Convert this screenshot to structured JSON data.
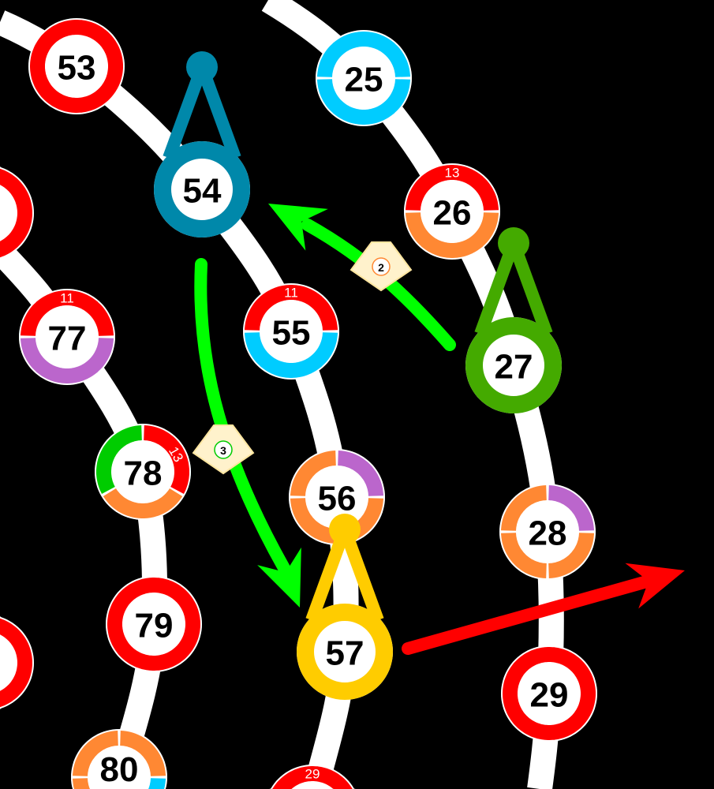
{
  "board": {
    "colors": {
      "track": "#ffffff",
      "background": "#000000",
      "red": "#ff0000",
      "cyan": "#00ccff",
      "orange": "#ff8833",
      "purple": "#bb66cc",
      "green": "#00cc00",
      "arrow_green": "#00ff00",
      "arrow_red": "#ff0000",
      "badge": "#fff2cc"
    },
    "spaces": [
      {
        "number": "53",
        "segments": [
          "red"
        ]
      },
      {
        "number": "25",
        "segments": [
          "cyan",
          "cyan"
        ]
      },
      {
        "number": "54",
        "segments": [
          "green"
        ]
      },
      {
        "number": "26",
        "segments": [
          "red",
          "orange"
        ],
        "label": "13"
      },
      {
        "number": "55",
        "segments": [
          "red",
          "cyan"
        ],
        "label": "11"
      },
      {
        "number": "77",
        "segments": [
          "red",
          "purple"
        ],
        "label": "11"
      },
      {
        "number": "27",
        "segments": [
          "green"
        ]
      },
      {
        "number": "78",
        "segments": [
          "green",
          "red",
          "orange"
        ],
        "label": "13"
      },
      {
        "number": "56",
        "segments": [
          "orange",
          "purple",
          "orange",
          "orange"
        ]
      },
      {
        "number": "28",
        "segments": [
          "orange",
          "purple",
          "orange",
          "orange"
        ]
      },
      {
        "number": "79",
        "segments": [
          "red"
        ]
      },
      {
        "number": "57",
        "segments": [
          "red"
        ]
      },
      {
        "number": "29",
        "segments": [
          "red"
        ]
      },
      {
        "number": "80",
        "segments": [
          "orange",
          "orange",
          "cyan",
          "orange"
        ]
      },
      {
        "number": "",
        "segments": [
          "red"
        ],
        "label": "29"
      }
    ],
    "pawns": [
      {
        "name": "teal",
        "color": "#0088aa",
        "space": "54"
      },
      {
        "name": "green",
        "color": "#44aa00",
        "space": "27"
      },
      {
        "name": "yellow",
        "color": "#ffcc00",
        "space": "57"
      }
    ],
    "moves": [
      {
        "color": "arrow_green",
        "badge": "2"
      },
      {
        "color": "arrow_green",
        "badge": "3"
      },
      {
        "color": "arrow_red"
      }
    ]
  }
}
